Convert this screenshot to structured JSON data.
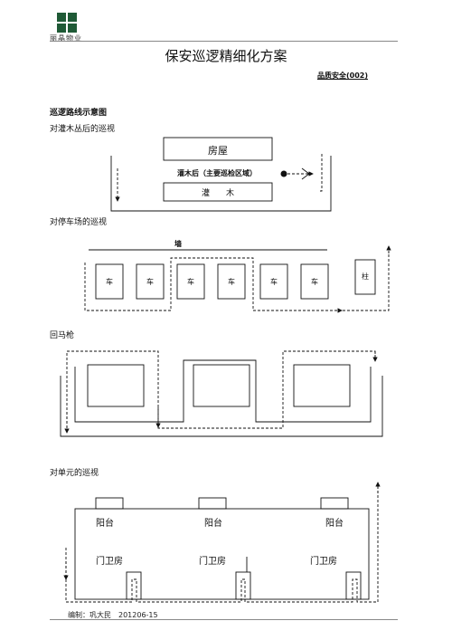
{
  "header": {
    "company": "丽晶物业"
  },
  "document": {
    "title": "保安巡逻精细化方案",
    "code": "品质安全(002)",
    "diagram_heading": "巡逻路线示意图"
  },
  "sections": {
    "shrub": {
      "title": "对灌木丛后的巡视",
      "house_label": "房屋",
      "zone_label": "灌木后（主要巡检区域）",
      "shrub_label": "灌　　木"
    },
    "parking": {
      "title": "对停车场的巡视",
      "wall_label": "墙",
      "car_label": "车",
      "pillar_label": "柱"
    },
    "horseshoe": {
      "title": "回马枪"
    },
    "unit": {
      "title": "对单元的巡视",
      "balcony_label": "阳台",
      "guard_label": "门卫房"
    }
  },
  "footer": {
    "author": "编制：巩大民　201206-15"
  }
}
